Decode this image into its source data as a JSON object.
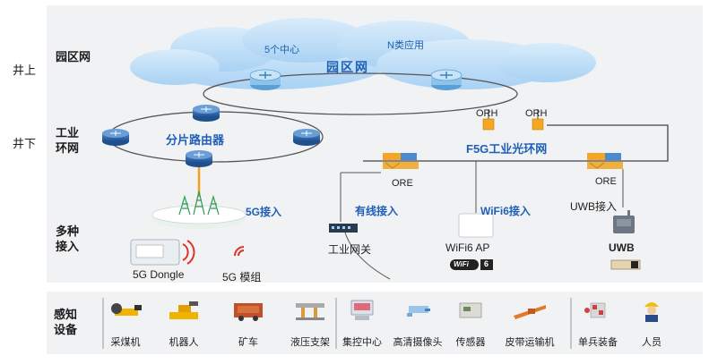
{
  "left_labels": {
    "above": "井上",
    "below": "井下"
  },
  "row_labels": {
    "campus": "园区网",
    "ring_l1": "工业",
    "ring_l2": "环网",
    "access_l1": "多种",
    "access_l2": "接入",
    "sense_l1": "感知",
    "sense_l2": "设备"
  },
  "cloud": {
    "title": "园区网",
    "center": "5个中心",
    "apps": "N类应用"
  },
  "router_ring": {
    "label": "分片路由器"
  },
  "f5g_ring": {
    "label": "F5G工业光环网",
    "orh": [
      "ORH",
      "ORH"
    ]
  },
  "ore_labels": [
    "ORE",
    "ORE"
  ],
  "access": {
    "g5": "5G接入",
    "wired": "有线接入",
    "wifi6": "WiFi6接入",
    "uwb": "UWB接入"
  },
  "devices": {
    "dongle": "5G Dongle",
    "module": "5G 模组",
    "gateway": "工业网关",
    "wifi_ap": "WiFi6 AP",
    "wifi_logo": "WiFi",
    "wifi_badge": "6",
    "uwb": "UWB"
  },
  "sense_items": [
    "采煤机",
    "机器人",
    "矿车",
    "液压支架",
    "集控中心",
    "高清摄像头",
    "传感器",
    "皮带运输机",
    "单兵装备",
    "人员"
  ],
  "colors": {
    "blue": "#1f5fb8",
    "orange": "#f0a020",
    "panel": "#f1f2f4",
    "line": "#555555"
  }
}
